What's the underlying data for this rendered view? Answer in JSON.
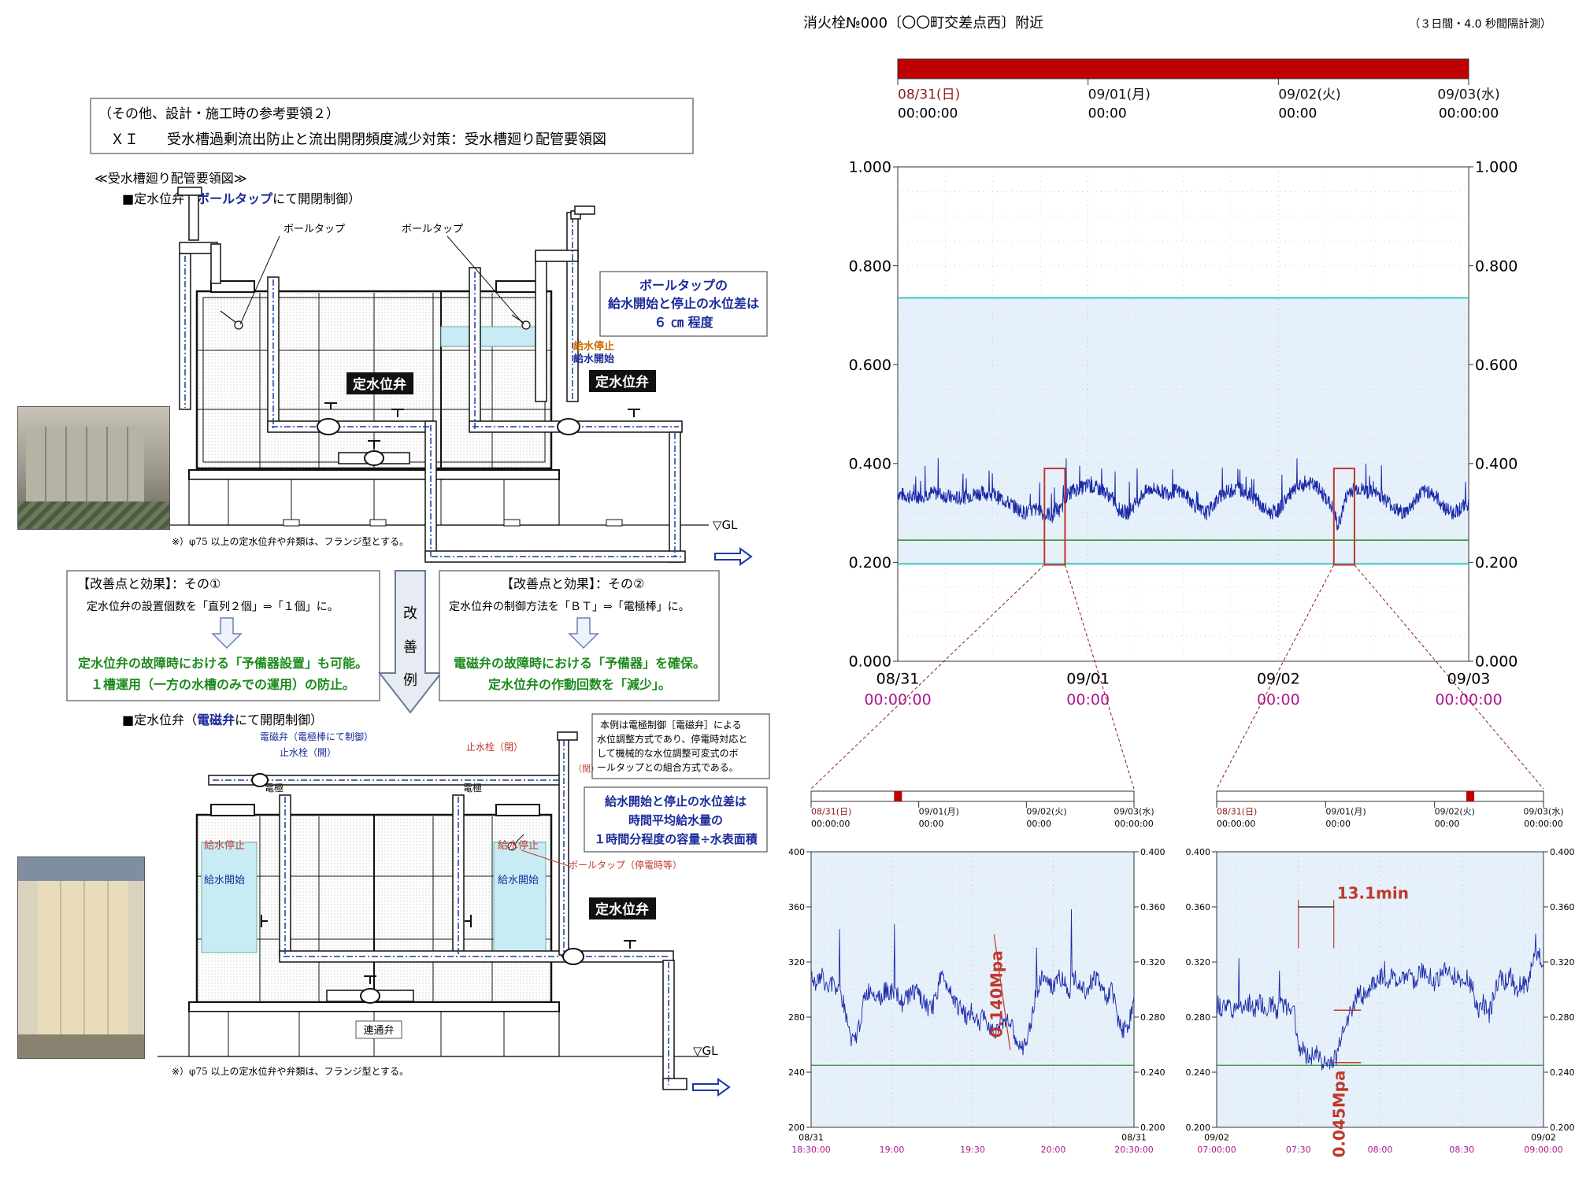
{
  "left": {
    "header_line1": "（その他、設計・施工時の参考要領２）",
    "header_line2": "ＸＩ　　受水槽過剰流出防止と流出開閉頻度減少対策：受水槽廻り配管要領図",
    "subtitle": "≪受水槽廻り配管要領図≫",
    "section1": {
      "prefix": "■定水位弁（",
      "highlight": "ボールタップ",
      "suffix": "にて開閉制御）"
    },
    "section2": {
      "prefix": "■定水位弁（",
      "highlight": "電磁弁",
      "suffix": "にて開閉制御）"
    },
    "top": {
      "balltap_left": "ボールタップ",
      "balltap_right": "ボールタップ",
      "valve_label1": "定水位弁",
      "valve_label2": "定水位弁",
      "stop_label": "給水停止",
      "start_label": "給水開始",
      "gl": "▽GL",
      "note": "※）φ75 以上の定水位弁や弁類は、フランジ型とする。",
      "callout": [
        "ボールタップの",
        "給水開始と停止の水位差は",
        "６ ㎝ 程度"
      ]
    },
    "improve1": {
      "title": "【改善点と効果】：その①",
      "text": "定水位弁の設置個数を「直列２個」⇒「１個」に。",
      "green1": "定水位弁の故障時における「予備器設置」も可能。",
      "green2": "１槽運用（一方の水槽のみでの運用）の防止。"
    },
    "improve2": {
      "title": "【改善点と効果】：その②",
      "text": "定水位弁の制御方法を「ＢＴ」⇒「電極棒」に。",
      "green1": "電磁弁の故障時における「予備器」を確保。",
      "green2": "定水位弁の作動回数を「減少」。"
    },
    "arrow_chars": [
      "改",
      "善",
      "例"
    ],
    "bottom": {
      "solenoid": "電磁弁（電極棒にて制御）",
      "stopcock_open": "止水栓（開）",
      "stopcock_closed": "止水栓（閉）",
      "closed_short": "（閉）",
      "electrode1": "電極",
      "electrode2": "電極",
      "stop_label1": "給水停止",
      "start_label1": "給水開始",
      "stop_label2": "給水停止",
      "start_label2": "給水開始",
      "balltap_outage": "ボールタップ（停電時等）",
      "valve_label": "定水位弁",
      "connect_valve": "連通弁",
      "gl": "▽GL",
      "note": "※）φ75 以上の定水位弁や弁類は、フランジ型とする。",
      "info": [
        "本例は電極制御［電磁弁］による",
        "水位調整方式であり、停電時対応と",
        "して機械的な水位調整可変式のボ",
        "ールタップとの組合方式である。"
      ],
      "callout": [
        "給水開始と停止の水位差は",
        "時間平均給水量の",
        "１時間分程度の容量÷水表面積"
      ]
    }
  },
  "right": {
    "title": "消火栓№000〔〇〇町交差点西〕附近",
    "measure": "（３日間・4.0 秒間隔計測）",
    "colors": {
      "series": "#1a2aa8",
      "cyan": "#3cc6c6",
      "green": "#2a8a2a",
      "band": "#e6f0fb",
      "bar": "#c00000",
      "highlight": "#c0392b",
      "magenta": "#b0178f"
    }
  },
  "chart_data": [
    {
      "type": "line",
      "title": "",
      "top_dates": [
        {
          "date": "08/31(日)",
          "time": "00:00:00"
        },
        {
          "date": "09/01(月)",
          "time": "00:00"
        },
        {
          "date": "09/02(火)",
          "time": "00:00"
        },
        {
          "date": "09/03(水)",
          "time": "00:00:00"
        }
      ],
      "bottom_dates": [
        {
          "date": "08/31",
          "time": "00:00:00"
        },
        {
          "date": "09/01",
          "time": "00:00"
        },
        {
          "date": "09/02",
          "time": "00:00"
        },
        {
          "date": "09/03",
          "time": "00:00:00"
        }
      ],
      "y_ticks": [
        "0.000",
        "0.200",
        "0.400",
        "0.600",
        "0.800",
        "1.000"
      ],
      "ylim": [
        0,
        1.0
      ],
      "xlim_hours": [
        0,
        72
      ],
      "reference_lines": {
        "cyan_high": 0.735,
        "cyan_low": 0.197,
        "green": 0.245
      },
      "zoom_windows_hours": [
        [
          18.5,
          20.5
        ],
        [
          55.0,
          57.0
        ]
      ],
      "series": [
        {
          "x_hours": [
            0,
            1,
            2,
            3,
            4,
            5,
            6,
            7,
            8,
            9,
            10,
            11,
            12,
            13,
            14,
            15,
            16,
            17,
            18,
            18.5,
            19,
            19.5,
            20,
            20.5,
            21,
            22,
            23,
            24,
            25,
            26,
            27,
            28,
            29,
            30,
            31,
            32,
            33,
            34,
            35,
            36,
            37,
            38,
            39,
            40,
            41,
            42,
            43,
            44,
            45,
            46,
            47,
            48,
            49,
            50,
            51,
            52,
            53,
            54,
            55,
            55.5,
            56,
            56.5,
            57,
            58,
            59,
            60,
            61,
            62,
            63,
            64,
            65,
            66,
            67,
            68,
            69,
            70,
            71,
            72
          ],
          "values": [
            0.34,
            0.335,
            0.33,
            0.335,
            0.34,
            0.34,
            0.335,
            0.33,
            0.33,
            0.335,
            0.34,
            0.34,
            0.335,
            0.33,
            0.32,
            0.31,
            0.3,
            0.305,
            0.31,
            0.29,
            0.3,
            0.29,
            0.31,
            0.3,
            0.33,
            0.345,
            0.35,
            0.355,
            0.35,
            0.345,
            0.33,
            0.305,
            0.3,
            0.32,
            0.34,
            0.35,
            0.345,
            0.34,
            0.345,
            0.34,
            0.325,
            0.305,
            0.3,
            0.32,
            0.34,
            0.345,
            0.35,
            0.34,
            0.33,
            0.31,
            0.3,
            0.305,
            0.33,
            0.345,
            0.355,
            0.36,
            0.35,
            0.33,
            0.305,
            0.27,
            0.3,
            0.33,
            0.345,
            0.35,
            0.345,
            0.34,
            0.335,
            0.32,
            0.305,
            0.3,
            0.32,
            0.34,
            0.345,
            0.33,
            0.31,
            0.3,
            0.31,
            0.32,
            0.33,
            0.34
          ]
        }
      ]
    },
    {
      "type": "line",
      "title": "",
      "top_dates": [
        {
          "date": "08/31(日)",
          "time": "00:00:00"
        },
        {
          "date": "09/01(月)",
          "time": "00:00"
        },
        {
          "date": "09/02(火)",
          "time": "00:00"
        },
        {
          "date": "09/03(水)",
          "time": "00:00:00"
        }
      ],
      "marker_position_hours": 18.5,
      "y_ticks": [
        "0.200",
        "0.240",
        "0.280",
        "0.320",
        "0.360",
        "0.400"
      ],
      "ylim": [
        0.2,
        0.4
      ],
      "x_ticks": [
        {
          "date": "08/31",
          "time": "18:30:00"
        },
        {
          "date": "",
          "time": "19:00"
        },
        {
          "date": "",
          "time": "19:30"
        },
        {
          "date": "",
          "time": "20:00"
        },
        {
          "date": "08/31",
          "time": "20:30:00"
        }
      ],
      "xlim_minutes": [
        0,
        120
      ],
      "green_line": 0.245,
      "annotation": "0.140Mpa",
      "series": [
        {
          "x_minutes": [
            0,
            2,
            4,
            6,
            8,
            10,
            12,
            14,
            16,
            18,
            20,
            22,
            24,
            26,
            28,
            30,
            32,
            34,
            36,
            38,
            40,
            42,
            44,
            46,
            48,
            50,
            52,
            54,
            56,
            58,
            60,
            62,
            64,
            66,
            68,
            70,
            72,
            74,
            76,
            78,
            80,
            82,
            84,
            86,
            88,
            90,
            92,
            94,
            96,
            98,
            100,
            102,
            104,
            106,
            108,
            110,
            112,
            114,
            116,
            118,
            120
          ],
          "values": [
            0.31,
            0.305,
            0.31,
            0.3,
            0.305,
            0.3,
            0.29,
            0.27,
            0.26,
            0.275,
            0.295,
            0.3,
            0.298,
            0.295,
            0.3,
            0.298,
            0.295,
            0.29,
            0.295,
            0.3,
            0.295,
            0.29,
            0.285,
            0.29,
            0.31,
            0.305,
            0.3,
            0.29,
            0.285,
            0.28,
            0.285,
            0.275,
            0.28,
            0.275,
            0.27,
            0.275,
            0.28,
            0.275,
            0.265,
            0.255,
            0.26,
            0.28,
            0.3,
            0.31,
            0.305,
            0.3,
            0.31,
            0.305,
            0.3,
            0.31,
            0.305,
            0.3,
            0.305,
            0.31,
            0.3,
            0.295,
            0.3,
            0.28,
            0.27,
            0.275,
            0.29
          ]
        }
      ]
    },
    {
      "type": "line",
      "title": "",
      "top_dates": [
        {
          "date": "08/31(日)",
          "time": "00:00:00"
        },
        {
          "date": "09/01(月)",
          "time": "00:00"
        },
        {
          "date": "09/02(火)",
          "time": "00:00"
        },
        {
          "date": "09/03(水)",
          "time": "00:00:00"
        }
      ],
      "marker_position_hours": 55,
      "y_ticks": [
        "0.200",
        "0.240",
        "0.280",
        "0.320",
        "0.360",
        "0.400"
      ],
      "ylim": [
        0.2,
        0.4
      ],
      "x_ticks": [
        {
          "date": "09/02",
          "time": "07:00:00"
        },
        {
          "date": "",
          "time": "07:30"
        },
        {
          "date": "",
          "time": "08:00"
        },
        {
          "date": "",
          "time": "08:30"
        },
        {
          "date": "09/02",
          "time": "09:00:00"
        }
      ],
      "xlim_minutes": [
        0,
        120
      ],
      "green_line": 0.245,
      "annotation_duration": "13.1min",
      "annotation_pressure": "0.045Mpa",
      "series": [
        {
          "x_minutes": [
            0,
            2,
            4,
            6,
            8,
            10,
            12,
            14,
            16,
            18,
            20,
            22,
            24,
            26,
            28,
            30,
            32,
            34,
            36,
            38,
            40,
            42,
            44,
            46,
            48,
            50,
            52,
            54,
            56,
            58,
            60,
            62,
            64,
            66,
            68,
            70,
            72,
            74,
            76,
            78,
            80,
            82,
            84,
            86,
            88,
            90,
            92,
            94,
            96,
            98,
            100,
            102,
            104,
            106,
            108,
            110,
            112,
            114,
            116,
            118,
            120
          ],
          "values": [
            0.29,
            0.285,
            0.29,
            0.285,
            0.29,
            0.285,
            0.29,
            0.285,
            0.29,
            0.285,
            0.29,
            0.285,
            0.29,
            0.285,
            0.29,
            0.26,
            0.255,
            0.25,
            0.255,
            0.25,
            0.245,
            0.248,
            0.25,
            0.27,
            0.28,
            0.285,
            0.3,
            0.295,
            0.3,
            0.305,
            0.31,
            0.305,
            0.31,
            0.305,
            0.31,
            0.31,
            0.305,
            0.31,
            0.315,
            0.31,
            0.305,
            0.31,
            0.315,
            0.31,
            0.31,
            0.305,
            0.31,
            0.3,
            0.285,
            0.29,
            0.28,
            0.3,
            0.31,
            0.305,
            0.31,
            0.3,
            0.305,
            0.3,
            0.32,
            0.325,
            0.32
          ]
        }
      ]
    }
  ]
}
